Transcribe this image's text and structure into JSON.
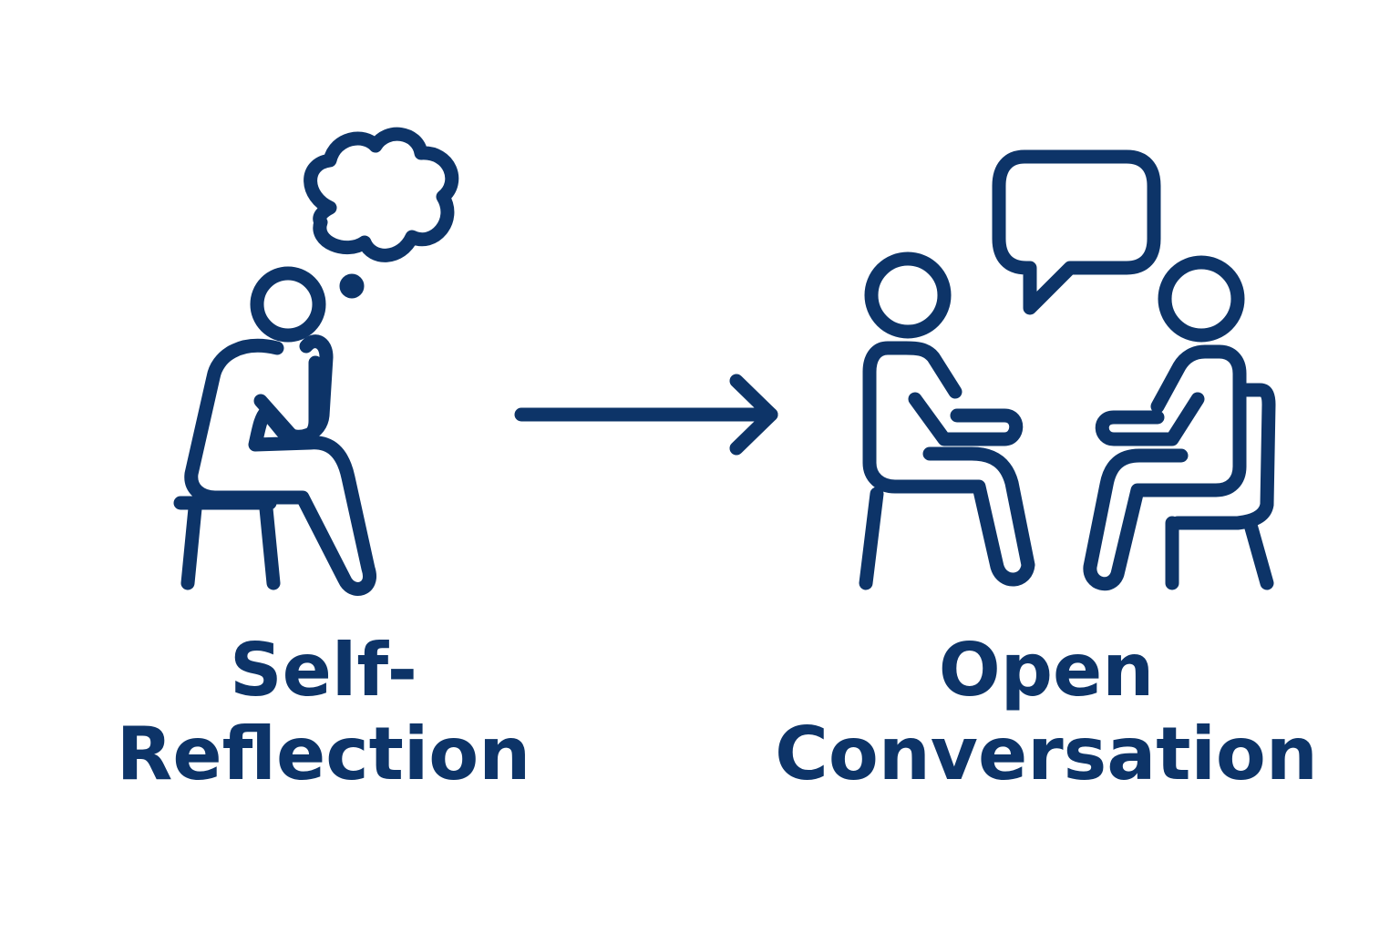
{
  "colors": {
    "stroke": "#0d3468",
    "background": "#ffffff"
  },
  "left_panel": {
    "icon": "person-thinking-icon",
    "label_line1": "Self-",
    "label_line2": "Reflection"
  },
  "arrow": {
    "icon": "right-arrow-icon"
  },
  "right_panel": {
    "icon": "two-people-conversation-icon",
    "label_line1": "Open",
    "label_line2": "Conversation"
  }
}
